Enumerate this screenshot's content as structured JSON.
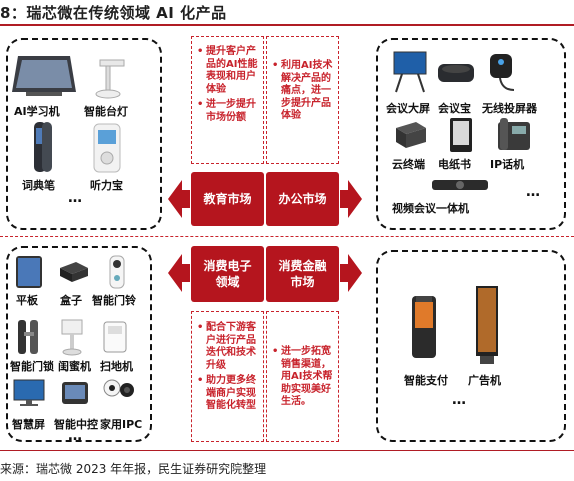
{
  "title": "8：瑞芯微在传统领域 AI 化产品",
  "source": "来源：瑞芯微 2023 年年报，民生证券研究院整理",
  "center": {
    "edu": "教育市场",
    "office": "办公市场",
    "consumer": "消费电子\n领域",
    "finance": "消费金融\n市场"
  },
  "bullets": {
    "top_left": [
      "提升客户产品的AI性能表现和用户体验",
      "进一步提升市场份额"
    ],
    "top_right": [
      "利用AI技术解决产品的痛点，进一步提升产品体验"
    ],
    "bottom_left": [
      "配合下游客户进行产品迭代和技术升级",
      "助力更多终端商户实现智能化转型"
    ],
    "bottom_right": [
      "进一步拓宽销售渠道，用AI技术帮助实现美好生活。"
    ]
  },
  "edu_products": [
    "AI学习机",
    "智能台灯",
    "词典笔",
    "听力宝"
  ],
  "office_products": [
    "会议大屏",
    "会议宝",
    "无线投屏器",
    "云终端",
    "电纸书",
    "IP话机",
    "视频会议一体机"
  ],
  "consumer_products": [
    "平板",
    "盒子",
    "智能门铃",
    "智能门锁",
    "闺蜜机",
    "扫地机",
    "智慧屏",
    "智能中控",
    "家用IPC"
  ],
  "finance_products": [
    "智能支付",
    "广告机"
  ],
  "ellipsis": "…",
  "colors": {
    "accent": "#b5151e",
    "line": "#c8232c"
  }
}
